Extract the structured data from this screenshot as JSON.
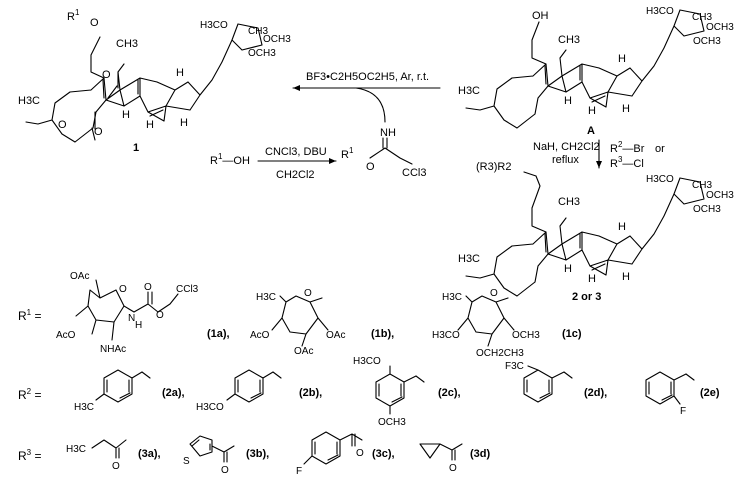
{
  "compounds": {
    "c1": {
      "label": "1",
      "r1_oxygen": "O",
      "substituent": "R",
      "sup": "1",
      "methyl": "CH3",
      "ethyl": "H3C",
      "ring_o": "O",
      "carbonyl_o": "O",
      "ketone_o": "O",
      "h_labels": [
        "H",
        "H",
        "H",
        "H"
      ],
      "sugar_labels": [
        "H3CO",
        "CH3",
        "OCH3",
        "OCH3"
      ]
    },
    "cA": {
      "label": "A",
      "hydroxyl": "OH",
      "methyl": "CH3",
      "ethyl": "H3C",
      "h_labels": [
        "H",
        "H",
        "H",
        "H"
      ],
      "sugar_labels": [
        "H3CO",
        "CH3",
        "OCH3",
        "OCH3"
      ]
    },
    "c23": {
      "label": "2 or 3",
      "prefix": "(R3)R2",
      "methyl": "CH3",
      "ethyl": "H3C",
      "h_labels": [
        "H",
        "H",
        "H",
        "H"
      ],
      "sugar_labels": [
        "H3CO",
        "CH3",
        "OCH3",
        "OCH3"
      ]
    }
  },
  "arrows": {
    "glycosylation": {
      "conditions": "BF3•C2H5OC2H5, Ar, r.t."
    },
    "imidate": {
      "reagent": "R1—OH",
      "conditions_top": "CNCl3, DBU",
      "conditions_bottom": "CH2Cl2"
    },
    "alkylation": {
      "conditions_top": "NaH, CH2Cl2",
      "conditions_bottom": "reflux",
      "reagents": [
        "R2—Br",
        "or",
        "R3—Cl"
      ]
    }
  },
  "imidate": {
    "nh": "NH",
    "r": "R1",
    "o": "O",
    "ccl3": "CCl3"
  },
  "r_groups": {
    "R1": {
      "label": "R1 =",
      "items": [
        {
          "id": "1a",
          "texts": [
            "OAc",
            "O",
            "CCl3",
            "O",
            "H",
            "N",
            "O",
            "AcO",
            "NHAc"
          ]
        },
        {
          "id": "1b",
          "texts": [
            "H3C",
            "O",
            "AcO",
            "OAc",
            "OAc"
          ]
        },
        {
          "id": "1c",
          "texts": [
            "H3C",
            "O",
            "H3CO",
            "OCH3",
            "OCH2CH3"
          ]
        }
      ]
    },
    "R2": {
      "label": "R2 =",
      "items": [
        {
          "id": "2a",
          "texts": [
            "H3C"
          ]
        },
        {
          "id": "2b",
          "texts": [
            "H3CO"
          ]
        },
        {
          "id": "2c",
          "texts": [
            "H3CO",
            "OCH3"
          ]
        },
        {
          "id": "2d",
          "texts": [
            "F3C"
          ]
        },
        {
          "id": "2e",
          "texts": [
            "F"
          ]
        }
      ]
    },
    "R3": {
      "label": "R3 =",
      "items": [
        {
          "id": "3a",
          "texts": [
            "H3C",
            "O"
          ]
        },
        {
          "id": "3b",
          "texts": [
            "S",
            "O"
          ]
        },
        {
          "id": "3c",
          "texts": [
            "F",
            "O"
          ]
        },
        {
          "id": "3d",
          "texts": [
            "O"
          ]
        }
      ]
    }
  }
}
